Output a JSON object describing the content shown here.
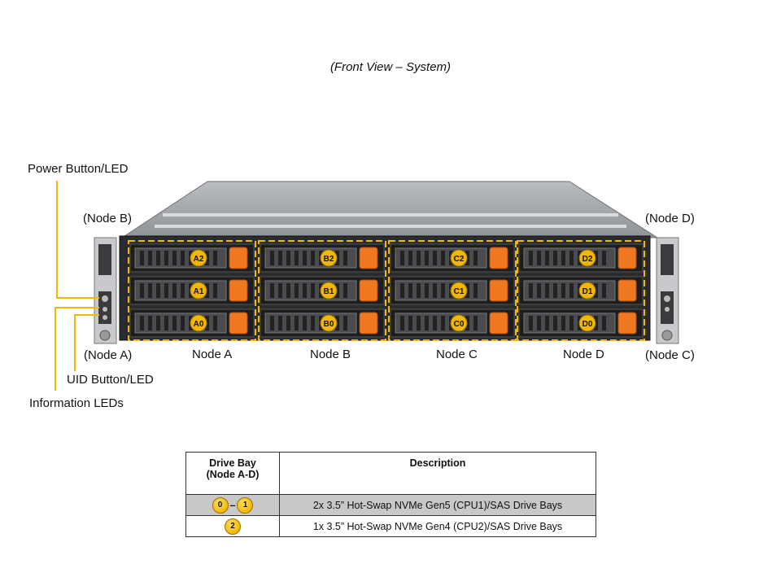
{
  "caption": "(Front View – System)",
  "callouts": {
    "power": "Power Button/LED",
    "uid": "UID Button/LED",
    "info": "Information  LEDs",
    "node_b_left": "(Node B)",
    "node_a_left": "(Node A)",
    "node_d_right": "(Node D)",
    "node_c_right": "(Node C)"
  },
  "nodes": [
    {
      "label": "Node A",
      "bays": [
        "A2",
        "A1",
        "A0"
      ]
    },
    {
      "label": "Node B",
      "bays": [
        "B2",
        "B1",
        "B0"
      ]
    },
    {
      "label": "Node C",
      "bays": [
        "C2",
        "C1",
        "C0"
      ]
    },
    {
      "label": "Node D",
      "bays": [
        "D2",
        "D1",
        "D0"
      ]
    }
  ],
  "table": {
    "header_bay": [
      "Drive Bay",
      "(Node A-D)"
    ],
    "header_desc": "Description",
    "rows": [
      {
        "bays": [
          "0",
          "1"
        ],
        "separator": "–",
        "desc": "2x 3.5” Hot-Swap NVMe Gen5 (CPU1)/SAS Drive Bays"
      },
      {
        "bays": [
          "2"
        ],
        "desc": "1x 3.5” Hot-Swap NVMe Gen4 (CPU2)/SAS Drive Bays"
      }
    ]
  },
  "colors": {
    "highlight": "#f2b705",
    "drive_tab": "#f07820",
    "chassis": "#8a8d92"
  }
}
